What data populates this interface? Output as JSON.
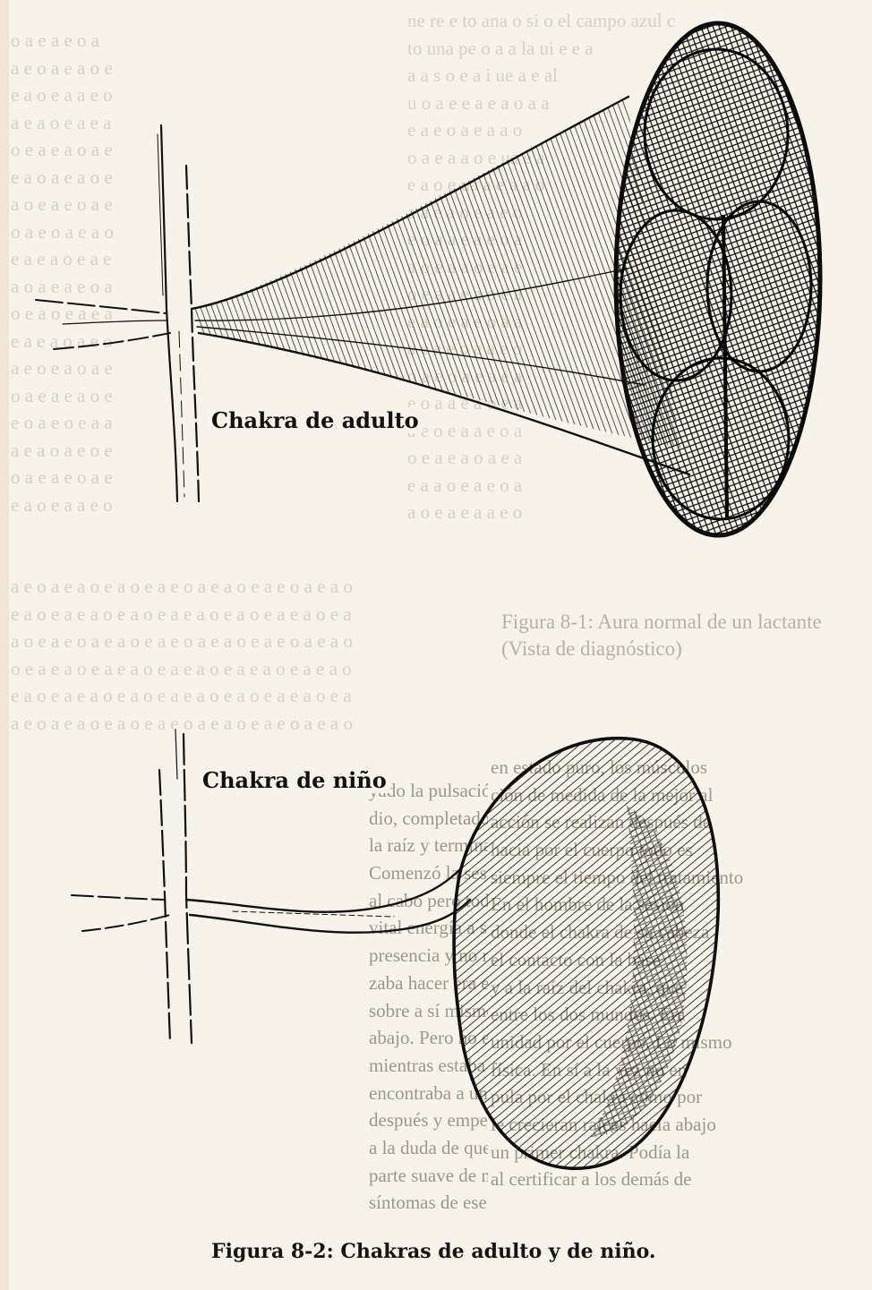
{
  "figure": {
    "caption": "Figura 8-2: Chakras de adulto y de niño.",
    "adult_label": "Chakra de adulto",
    "child_label": "Chakra de niño"
  },
  "facing_page_caption": {
    "line1": "Figura 8-1: Aura normal de un lactante",
    "line2": "(Vista de diagnóstico)"
  },
  "body_text": {
    "left_column": [
      "yado la pulsación del módulo. Tr",
      "dio, completado de arriba con su",
      "la raíz y terminada el proceso",
      "Comenzó la sesión de curación",
      "al cabo pero todavía el lazo. Sa",
      "vital energía a su vida se ahond",
      "presencia y no necesitaba ejerc",
      "zaba hacer era esconderse en el inicio",
      "sobre a sí mismo con la postura y ofre",
      "abajo. Pero no era débil. In",
      "mientras estaba presente mente",
      "encontraba a unos minutos tranq",
      "después y empezó a andar de s",
      "a la duda de que su lucha era",
      "parte suave de nadie. Uno de l",
      "síntomas de ese combate había"
    ],
    "right_column": [
      "en estado puro, los músculos",
      "ción de medida de la mejor al",
      "acción se realizan después de",
      "hacia por el cuerpo todo es",
      "siempre el tiempo del tratamiento",
      "En el hombre de la sesión",
      "donde el chakra de su cabeza",
      "el contacto con la base",
      "y a la raíz del chakra, que",
      "entre los dos mundos. Era",
      "unidad por el cuerpo. Lo mismo",
      "física. En sí a la vez no en",
      "pula por el chakra como por",
      "le crecieran raíces hacia abajo",
      "un primer chakra. Podía la",
      "al certificar a los demás de"
    ]
  }
}
